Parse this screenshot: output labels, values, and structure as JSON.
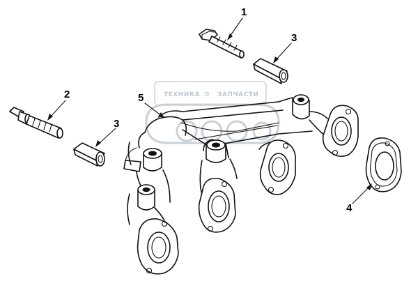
{
  "diagram": {
    "callouts": [
      {
        "id": "1",
        "label": "1"
      },
      {
        "id": "2",
        "label": "2"
      },
      {
        "id": "3a",
        "label": "3"
      },
      {
        "id": "3b",
        "label": "3"
      },
      {
        "id": "4",
        "label": "4"
      },
      {
        "id": "5",
        "label": "5"
      }
    ],
    "parts": [
      {
        "callout": "1",
        "name": "flange-bolt"
      },
      {
        "callout": "2",
        "name": "stud"
      },
      {
        "callout": "3",
        "name": "spacer-sleeve"
      },
      {
        "callout": "4",
        "name": "gasket"
      },
      {
        "callout": "5",
        "name": "exhaust-manifold"
      }
    ]
  },
  "watermark": {
    "left": "ТЕХНИКА",
    "right": "ЗАПЧАСТИ",
    "separator": "⚙"
  },
  "colors": {
    "line": "#111111",
    "background": "#ffffff",
    "watermark": "#b9c2cc"
  }
}
